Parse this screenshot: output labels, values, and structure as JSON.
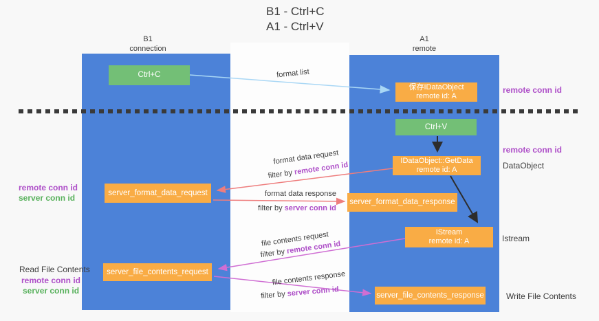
{
  "title": {
    "line1": "B1 - Ctrl+C",
    "line2": "A1 - Ctrl+V"
  },
  "columns": {
    "left": {
      "name": "B1",
      "role": "connection"
    },
    "right": {
      "name": "A1",
      "role": "remote"
    }
  },
  "nodes": {
    "ctrl_c": {
      "label": "Ctrl+C"
    },
    "save_idataobject": {
      "line1": "保存IDataObject",
      "line2": "remote id: A"
    },
    "ctrl_v": {
      "label": "Ctrl+V"
    },
    "getdata": {
      "line1": "IDataObject::GetData",
      "line2": "remote id: A"
    },
    "format_request": {
      "label": "server_format_data_request"
    },
    "format_response": {
      "label": "server_format_data_response"
    },
    "istream": {
      "line1": "IStream",
      "line2": "remote id: A"
    },
    "file_request": {
      "label": "server_file_contents_request"
    },
    "file_response": {
      "label": "server_file_contents_response"
    }
  },
  "edge_labels": {
    "format_list": "format list",
    "format_data_request": "format data request",
    "format_data_response": "format data response",
    "file_contents_request": "file contents request",
    "file_contents_response": "file contents response",
    "filter_by": "filter by ",
    "remote_conn_id": "remote conn id",
    "server_conn_id": "server conn id"
  },
  "side_labels": {
    "remote_conn_id": "remote conn id",
    "server_conn_id": "server conn id",
    "dataobject": "DataObject",
    "istream": "Istream",
    "read_file_contents": "Read File Contents",
    "write_file_contents": "Write File Contents"
  },
  "colors": {
    "bg": "#f8f8f8",
    "panel": "#fdfdfd",
    "lifeline-blue": "#4c82d8",
    "node-orange": "#f9ac45",
    "node-green": "#73bf76",
    "label-purple": "#ae4fc8",
    "label-green": "#58b15c",
    "text-dark": "#3d3d3d",
    "arrow-salmon": "#ee7d7d",
    "arrow-magenta": "#cf6ed3",
    "arrow-lightblue": "#a9d7f5",
    "arrow-black": "#2d2d2d",
    "dash": "#3a3a3a"
  }
}
